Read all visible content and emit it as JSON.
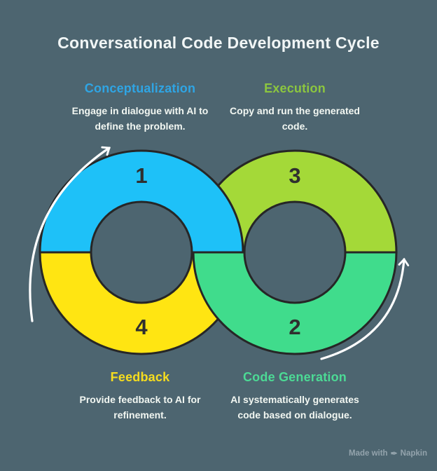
{
  "title": "Conversational Code Development Cycle",
  "background_color": "#4D6570",
  "steps": [
    {
      "number": "1",
      "label": "Conceptualization",
      "description": "Engage in dialogue with AI to define the problem.",
      "segment_color": "#1EC1F8",
      "label_color": "#2FA5E4",
      "position": "top-left"
    },
    {
      "number": "2",
      "label": "Code Generation",
      "description": "AI systematically generates code based on dialogue.",
      "segment_color": "#40DC8C",
      "label_color": "#4CDA95",
      "position": "bottom-right"
    },
    {
      "number": "3",
      "label": "Execution",
      "description": "Copy and run the generated code.",
      "segment_color": "#A4D938",
      "label_color": "#8CC63F",
      "position": "top-right"
    },
    {
      "number": "4",
      "label": "Feedback",
      "description": "Provide feedback to AI for refinement.",
      "segment_color": "#FFE512",
      "label_color": "#F6DD1E",
      "position": "bottom-left"
    }
  ],
  "diagram": {
    "type": "two-ring cycle (infinity layout)",
    "outline_color": "#262626",
    "number_color": "#2F2F2F",
    "arrow_color": "#FFFFFF",
    "arrow_icons": [
      "curved-arrow-up-left",
      "curved-arrow-up-right"
    ]
  },
  "watermark": {
    "made_with": "Made with",
    "brand": "Napkin",
    "pen_icon_glyph": "✒"
  }
}
